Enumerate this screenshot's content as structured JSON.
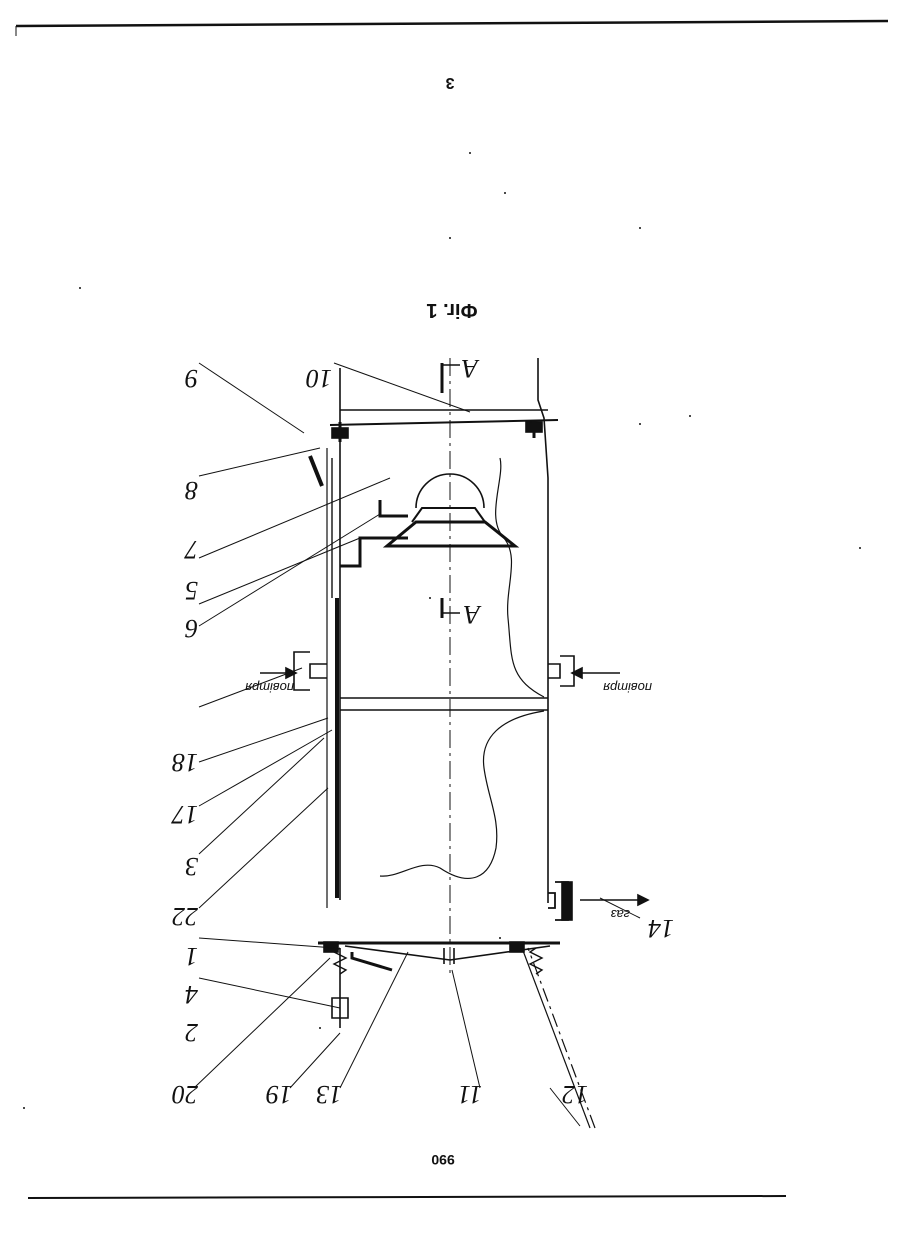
{
  "document": {
    "page_number": "3",
    "figure_caption": "Фіг. 1",
    "footer_code": "990",
    "section_marker": "А",
    "labels": [
      "1",
      "2",
      "3",
      "4",
      "5",
      "6",
      "7",
      "8",
      "9",
      "10",
      "11",
      "12",
      "13",
      "14",
      "17",
      "18",
      "19",
      "20",
      "22"
    ],
    "arrows": {
      "inlet_left": "повітря",
      "inlet_right": "повітря",
      "outlet": "газ"
    },
    "orientation": "rotated-180"
  }
}
